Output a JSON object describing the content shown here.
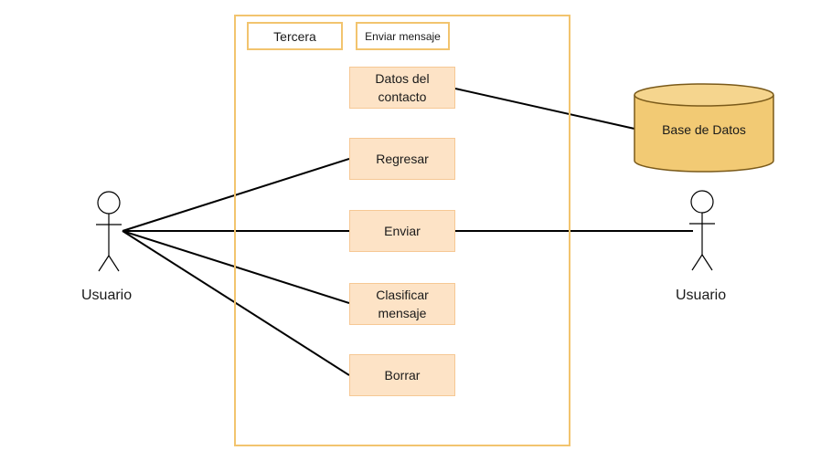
{
  "system": {
    "tab_primary": "Tercera",
    "tab_secondary": "Enviar mensaje"
  },
  "use_cases": [
    "Datos del\ncontacto",
    "Regresar",
    "Enviar",
    "Clasificar\nmensaje",
    "Borrar"
  ],
  "actors": {
    "left": "Usuario",
    "right": "Usuario"
  },
  "database": {
    "label": "Base de Datos"
  },
  "colors": {
    "boundary": "#f2c46e",
    "use_case_fill": "#fde3c6",
    "database_fill": "#f2ca74",
    "database_stroke": "#7a5a1a",
    "line": "#000000"
  }
}
